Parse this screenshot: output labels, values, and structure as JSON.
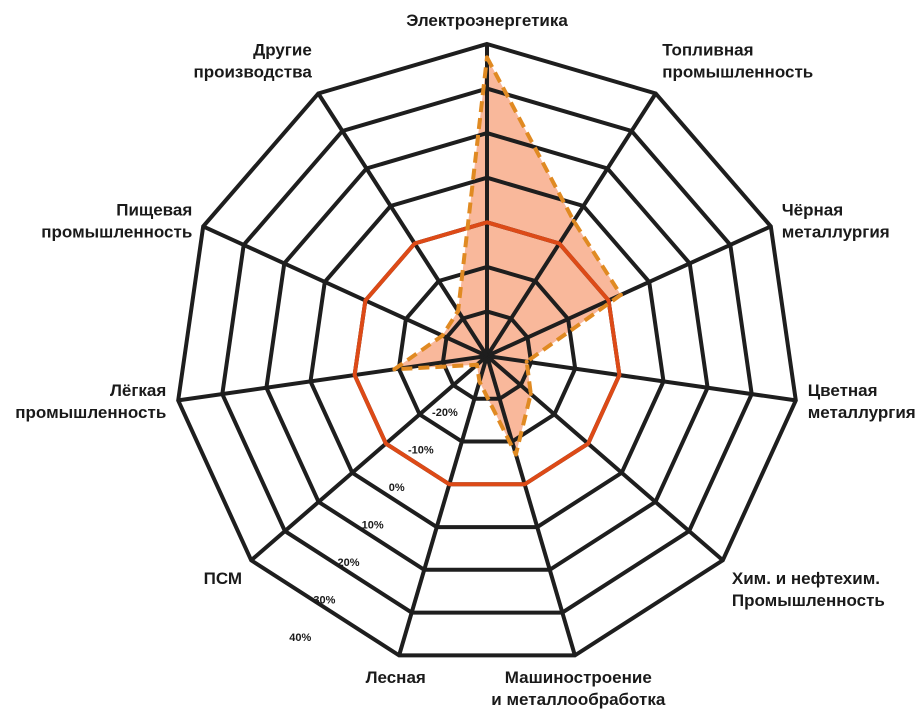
{
  "chart_data": {
    "type": "radar",
    "title": "",
    "categories": [
      [
        "Электроэнергетика"
      ],
      [
        "Топливная",
        "промышленность"
      ],
      [
        "Чёрная",
        "металлургия"
      ],
      [
        "Цветная",
        "металлургия"
      ],
      [
        "Хим. и нефтехим.",
        "Промышленность"
      ],
      [
        "Машиностроение",
        "и металлообработка"
      ],
      [
        "Лесная"
      ],
      [
        "ПСМ"
      ],
      [
        "Лёгкая",
        "промышленность"
      ],
      [
        "Пищевая",
        "промышленность"
      ],
      [
        "Другие",
        "производства"
      ]
    ],
    "r_ticks": [
      "-20%",
      "-10%",
      "0%",
      "10%",
      "20%",
      "30%",
      "40%"
    ],
    "r_range": [
      -30,
      40
    ],
    "reference_value": 0,
    "series": [
      {
        "values": [
          37,
          6,
          3,
          -21,
          -17,
          -7,
          -24,
          -27,
          -9,
          -19,
          -18
        ]
      }
    ],
    "colors": {
      "grid": "#1e1e1e",
      "zero_ring": "#dd4a17",
      "series_line": "#e08a22",
      "series_fill": "#f9b89b"
    }
  }
}
